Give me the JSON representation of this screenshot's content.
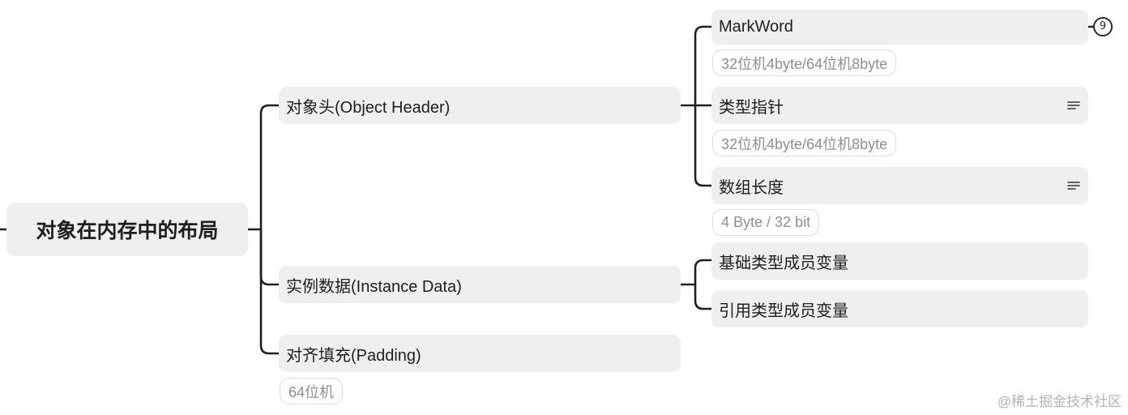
{
  "root": {
    "label": "对象在内存中的布局"
  },
  "branches": {
    "object_header": {
      "label": "对象头(Object Header)",
      "children": {
        "mark_word": {
          "label": "MarkWord",
          "note": "32位机4byte/64位机8byte",
          "collapsed_count": "9"
        },
        "type_pointer": {
          "label": "类型指针",
          "note": "32位机4byte/64位机8byte",
          "icon": "notes-lines-icon"
        },
        "array_length": {
          "label": "数组长度",
          "note": "4 Byte / 32 bit",
          "icon": "notes-lines-icon"
        }
      }
    },
    "instance_data": {
      "label": "实例数据(Instance Data)",
      "children": {
        "primitive_fields": {
          "label": "基础类型成员变量"
        },
        "reference_fields": {
          "label": "引用类型成员变量"
        }
      }
    },
    "padding": {
      "label": "对齐填充(Padding)",
      "note": "64位机"
    }
  },
  "watermark": "@稀土掘金技术社区",
  "colors": {
    "node_fill": "#efefef",
    "connector": "#1f1f1f",
    "note_text": "#8f8f8f",
    "note_border": "#dcdcdc"
  }
}
